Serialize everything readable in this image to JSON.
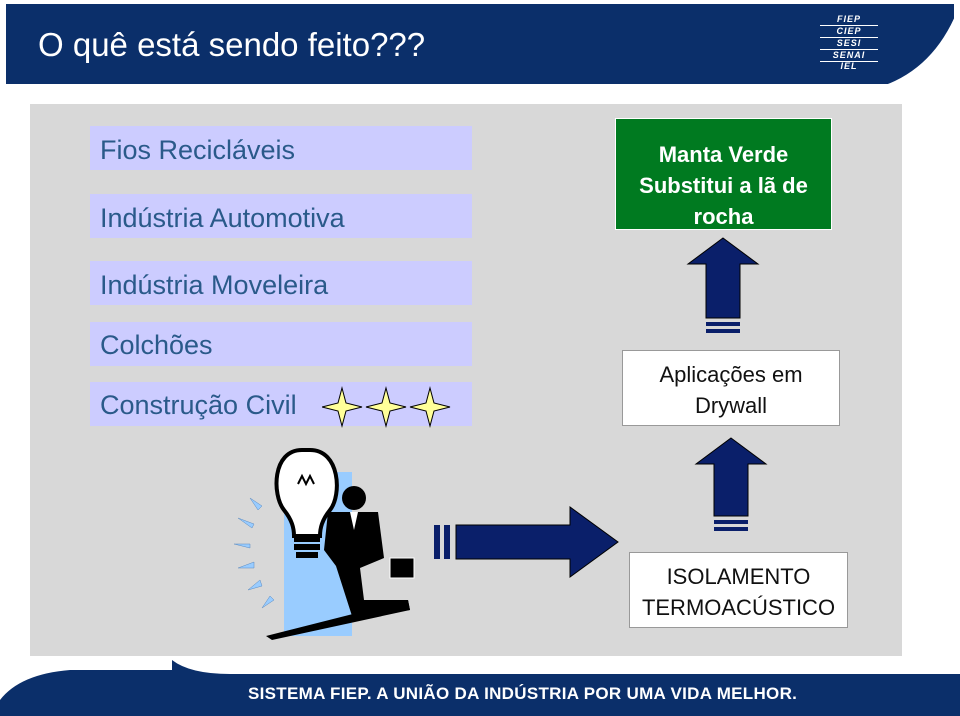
{
  "header": {
    "title": "O quê está sendo feito???"
  },
  "logo": {
    "lines": [
      "FIEP",
      "CIEP",
      "SESI",
      "SENAI",
      "IEL"
    ]
  },
  "left_list": {
    "items": [
      "Fios Recicláveis",
      "Indústria Automotiva",
      "Indústria Moveleira",
      "Colchões",
      "Construção Civil"
    ]
  },
  "green_box": {
    "lines": [
      "Manta  Verde",
      "Substitui a lã de",
      "rocha"
    ]
  },
  "drywall_box": {
    "lines": [
      "Aplicações em",
      "Drywall"
    ]
  },
  "insulation_box": {
    "lines": [
      "ISOLAMENTO",
      "TERMOACÚSTICO"
    ]
  },
  "footer": {
    "text": "SISTEMA FIEP. A UNIÃO DA INDÚSTRIA POR UMA VIDA MELHOR."
  },
  "colors": {
    "navy": "#0b2f6a",
    "green": "#007a20",
    "lavender": "#ccccff",
    "text_blue": "#2a5a8a",
    "arrow": "#0a1f6a"
  }
}
